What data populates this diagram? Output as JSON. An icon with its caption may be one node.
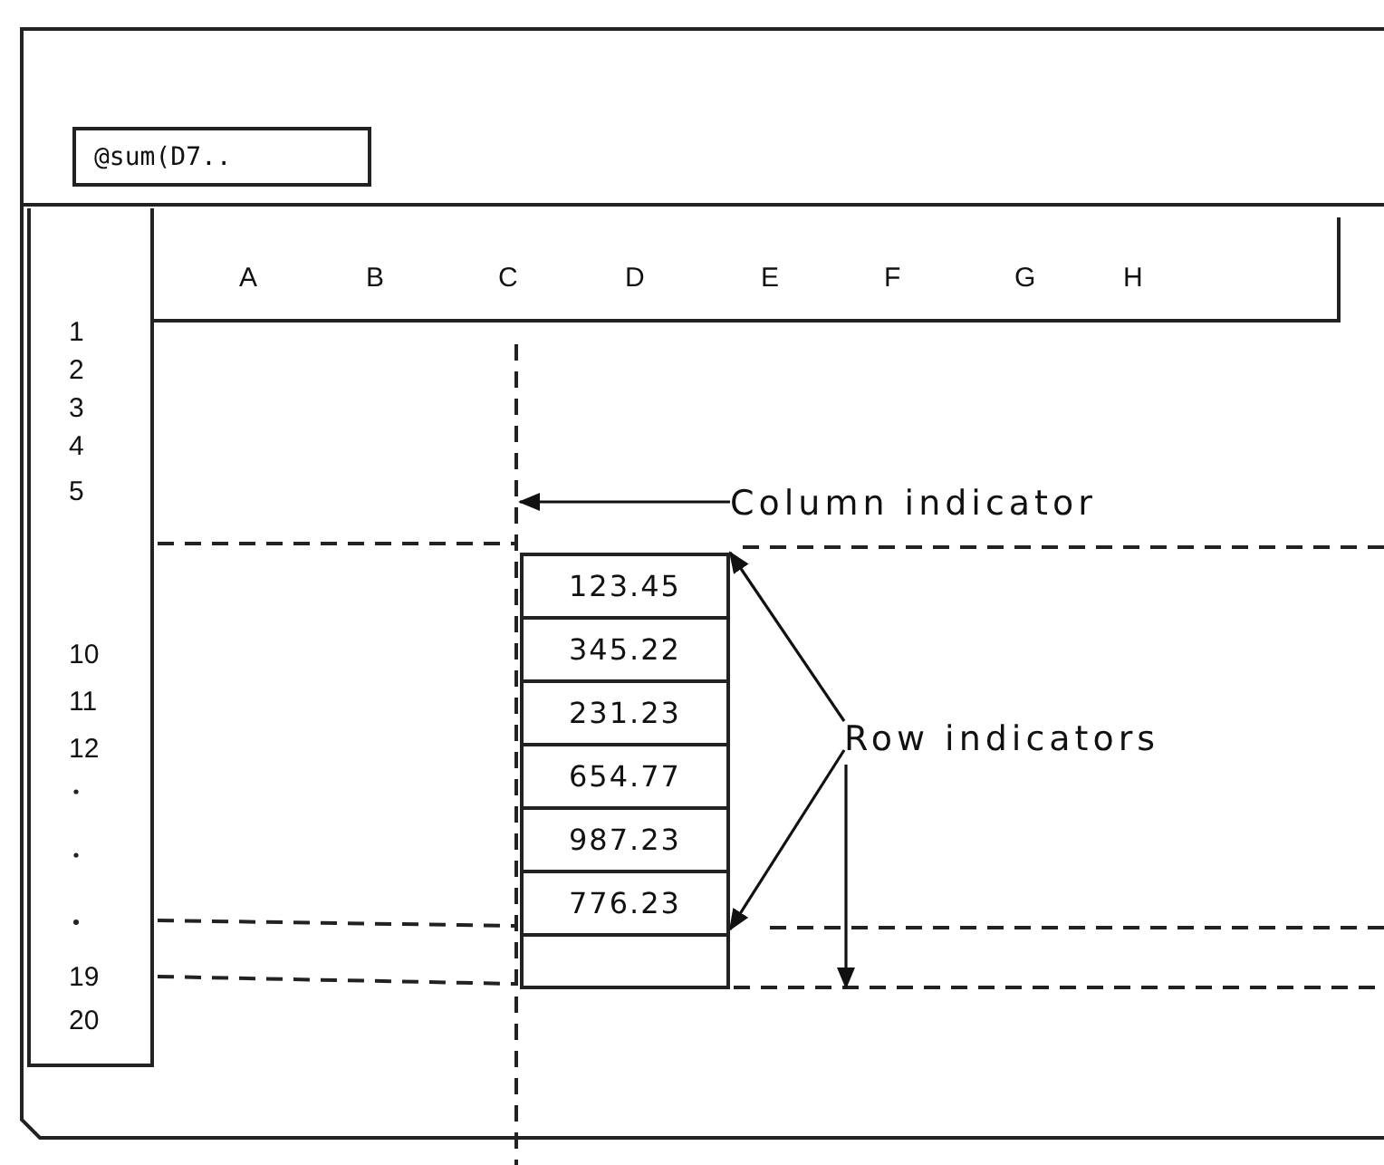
{
  "diagram": {
    "nodes": [
      {
        "text": [
          "@sum(D7.."
        ]
      },
      {
        "text": [
          "123.45"
        ]
      },
      {
        "text": [
          "345.22"
        ]
      },
      {
        "text": [
          "231.23"
        ]
      },
      {
        "text": [
          "654.77"
        ]
      },
      {
        "text": [
          "987.23"
        ]
      },
      {
        "text": [
          "776.23"
        ]
      },
      {
        "text": [],
        "shape": "box"
      },
      {
        "text": [
          "Column indicator"
        ]
      },
      {
        "text": [
          "Row indicators"
        ]
      }
    ],
    "edges": [
      {
        "from": 8,
        "to": null,
        "arrow": "to"
      },
      {
        "from": 9,
        "to": 1,
        "arrow": "to"
      },
      {
        "from": 9,
        "to": 6,
        "arrow": "to"
      },
      {
        "from": 9,
        "to": null,
        "arrow": "to"
      }
    ],
    "labels": [
      "A",
      "B",
      "C",
      "D",
      "E",
      "F",
      "G",
      "H",
      "1",
      "2",
      "3",
      "4",
      "5",
      "10",
      "11",
      "12",
      "19",
      "20"
    ]
  }
}
